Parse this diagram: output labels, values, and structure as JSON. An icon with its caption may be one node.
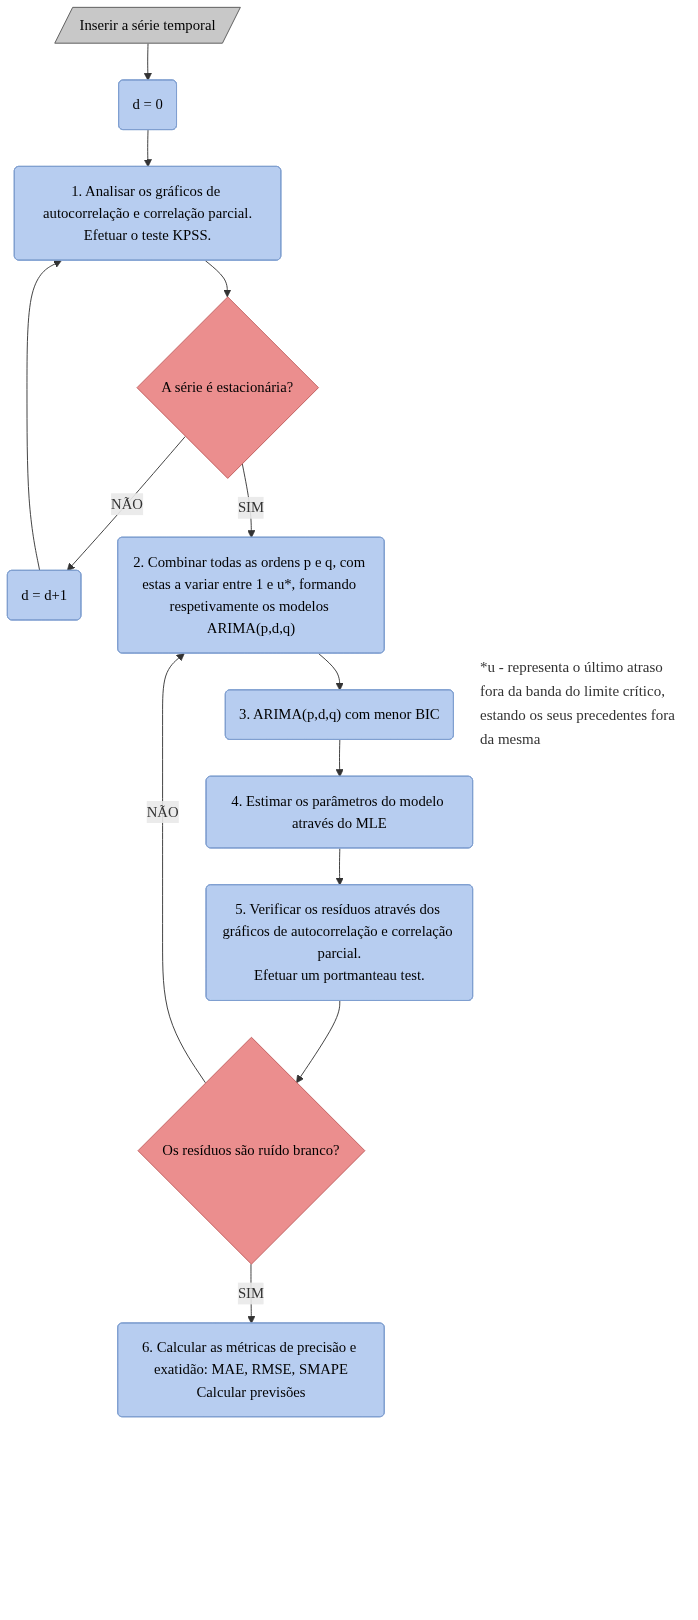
{
  "diagram": {
    "nodes": [
      {
        "text": [
          "Inserir a série temporal"
        ]
      },
      {
        "text": [
          "d = 0"
        ]
      },
      {
        "text": [
          "1. Analisar os gráficos de autocorrelação e correlação parcial.",
          "Efetuar o teste KPSS."
        ]
      },
      {
        "text": [
          "A série é estacionária?"
        ]
      },
      {
        "text": [
          "d = d+1"
        ]
      },
      {
        "text": [
          "2. Combinar todas as ordens p e q, com estas a variar entre 1 e u*, formando respetivamente os modelos ARIMA(p,d,q)"
        ]
      },
      {
        "text": [
          "3. ARIMA(p,d,q) com menor BIC"
        ]
      },
      {
        "text": [
          "4. Estimar os parâmetros do modelo através do MLE"
        ]
      },
      {
        "text": [
          "5. Verificar os resíduos através dos gráficos de autocorrelação e correlação parcial.",
          "Efetuar um portmanteau test."
        ]
      },
      {
        "text": [
          "Os resíduos são ruído branco?"
        ]
      },
      {
        "text": [
          "6. Calcular as métricas de precisão e exatidão: MAE, RMSE, SMAPE",
          "Calcular previsões"
        ]
      }
    ],
    "edges": [
      {
        "from": 0,
        "to": 1,
        "arrow": "to"
      },
      {
        "from": 1,
        "to": 2,
        "arrow": "to"
      },
      {
        "from": 2,
        "to": 3,
        "arrow": "to"
      },
      {
        "from": 3,
        "to": 4,
        "arrow": "to",
        "label": "NÃO"
      },
      {
        "from": 4,
        "to": 2,
        "arrow": "to"
      },
      {
        "from": 3,
        "to": 5,
        "arrow": "to",
        "label": "SIM"
      },
      {
        "from": 5,
        "to": 6,
        "arrow": "to"
      },
      {
        "from": 6,
        "to": 7,
        "arrow": "to"
      },
      {
        "from": 7,
        "to": 8,
        "arrow": "to"
      },
      {
        "from": 8,
        "to": 9,
        "arrow": "to"
      },
      {
        "from": 9,
        "to": 5,
        "arrow": "to",
        "label": "NÃO"
      },
      {
        "from": 9,
        "to": 10,
        "arrow": "to",
        "label": "SIM"
      }
    ],
    "labels": [
      "*u - representa o último atraso fora da banda do limite crítico, estando os seus precedentes fora da mesma"
    ]
  }
}
